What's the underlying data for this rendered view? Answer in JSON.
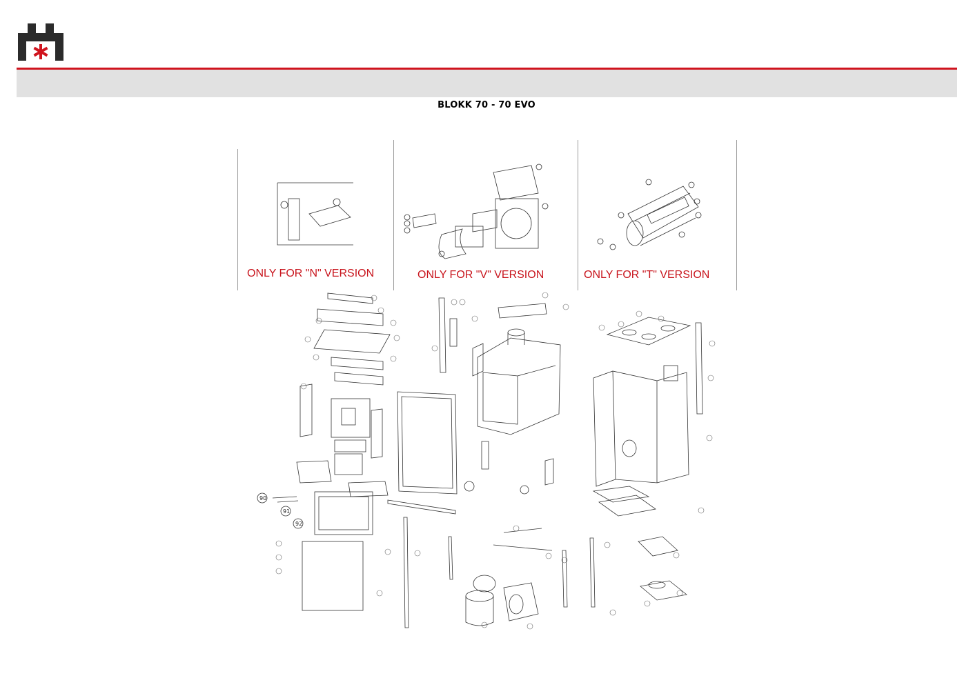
{
  "header": {
    "brand_color": "#d0141e",
    "band_color": "#e1e1e1",
    "logo_icon": "company-logo-icon"
  },
  "document": {
    "title": "BLOKK 70 - 70 EVO"
  },
  "version_panels": [
    {
      "label": "ONLY FOR \"N\" VERSION"
    },
    {
      "label": "ONLY FOR \"V\" VERSION"
    },
    {
      "label": "ONLY FOR \"T\" VERSION"
    }
  ],
  "callouts": {
    "handle_90": "90",
    "handle_91": "91",
    "handle_92": "92"
  }
}
